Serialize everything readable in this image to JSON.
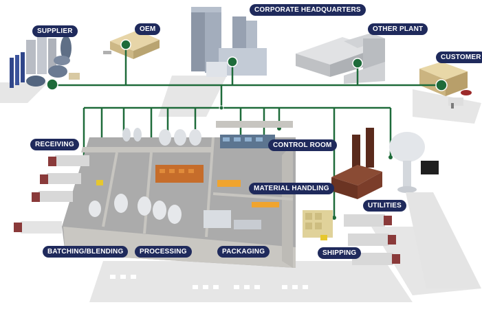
{
  "diagram": {
    "labels": {
      "supplier": "SUPPLIER",
      "oem": "OEM",
      "corporate_hq": "CORPORATE HEADQUARTERS",
      "other_plant": "OTHER PLANT",
      "customer": "CUSTOMER",
      "receiving": "RECEIVING",
      "control_room": "CONTROL ROOM",
      "material_handling": "MATERIAL HANDLING",
      "utilities": "UTILITIES",
      "batching_blending": "BATCHING/BLENDING",
      "processing": "PROCESSING",
      "packaging": "PACKAGING",
      "shipping": "SHIPPING"
    },
    "colors": {
      "label_bg": "#1f2a5c",
      "label_text": "#ffffff",
      "network_line": "#1e6b3a",
      "node_fill": "#1e6b3a",
      "node_ring": "#ffffff",
      "floor": "#a9a9a9",
      "wall": "#c7c5c0",
      "shadow": "#e4e4e4"
    }
  }
}
